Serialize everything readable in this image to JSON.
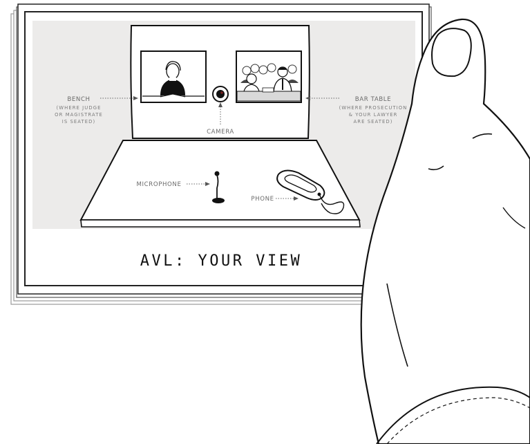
{
  "card": {
    "title": "AVL: YOUR VIEW"
  },
  "labels": {
    "bench": "BENCH",
    "bench_sub": [
      "(WHERE JUDGE",
      "OR MAGISTRATE",
      "IS SEATED)"
    ],
    "camera": "CAMERA",
    "bar_table": "BAR TABLE",
    "bar_table_sub": [
      "(WHERE PROSECUTION",
      "& YOUR LAWYER",
      "ARE SEATED)"
    ],
    "microphone": "MICROPHONE",
    "phone": "PHONE"
  }
}
